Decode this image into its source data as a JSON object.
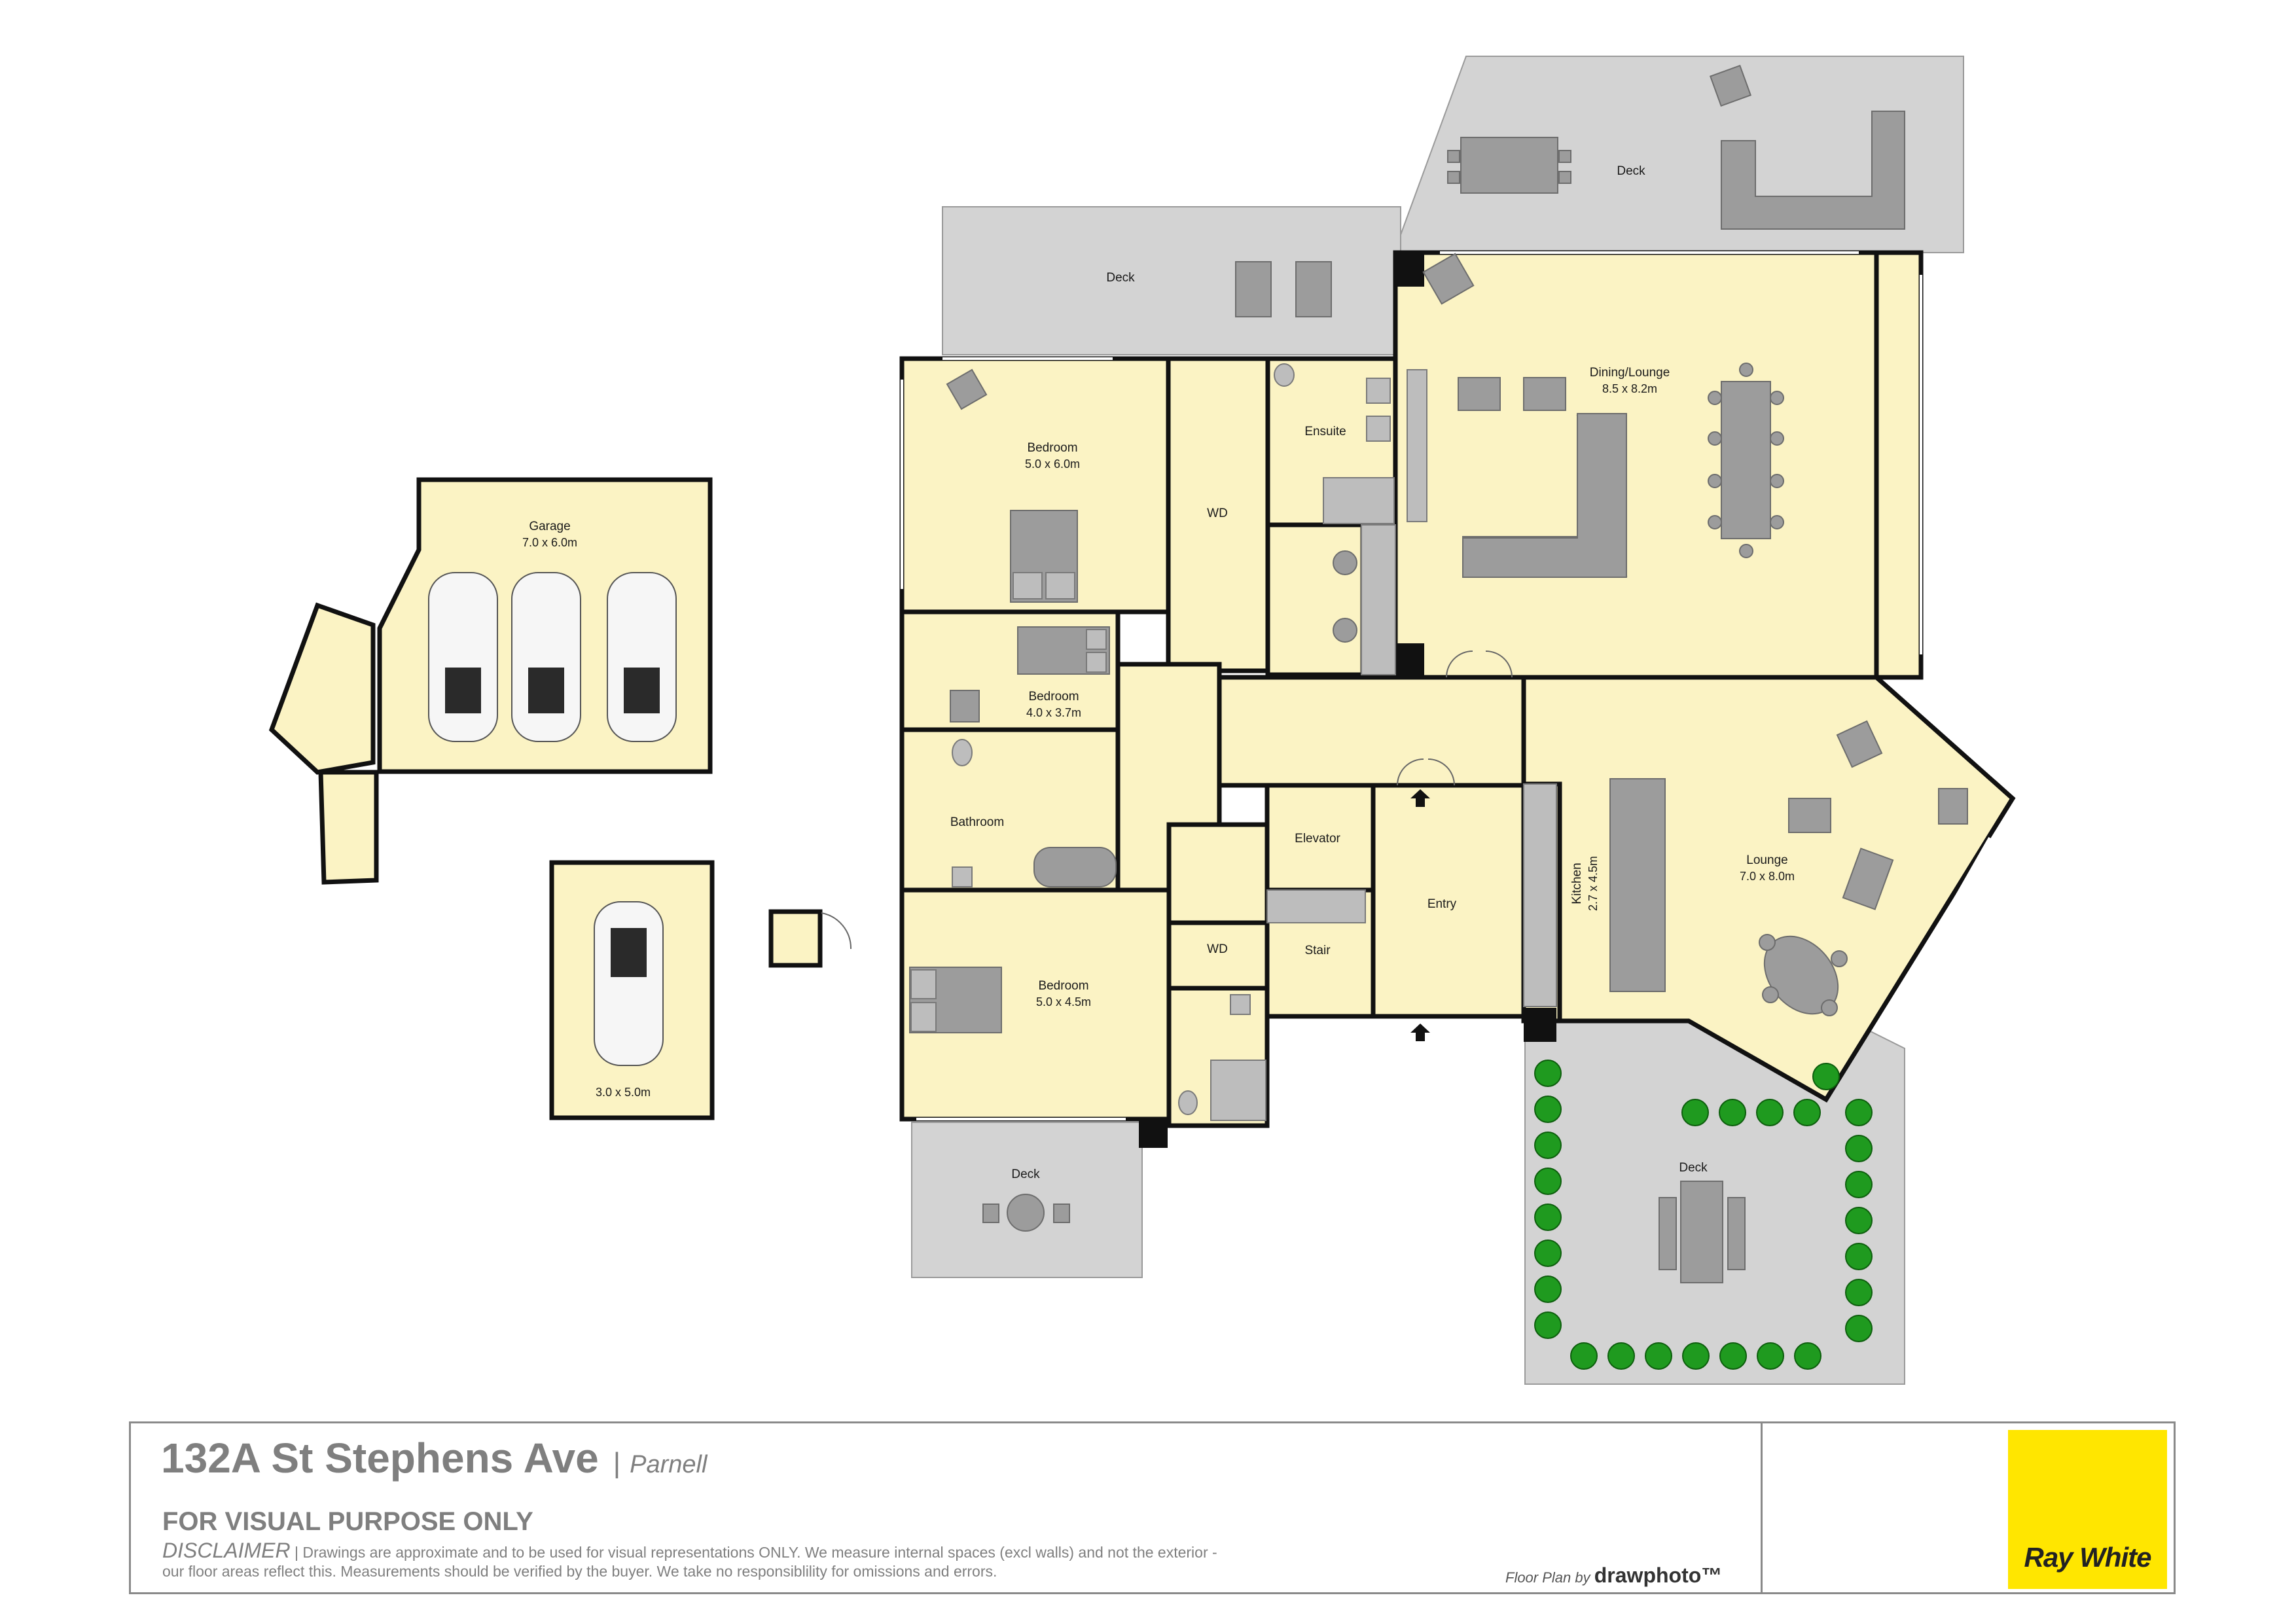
{
  "colors": {
    "room_fill": "#fbf3c4",
    "deck_fill": "#d3d3d3",
    "wall": "#111111",
    "logo_bg": "#ffe600",
    "tree": "#1f9a1f"
  },
  "rooms": {
    "garage": {
      "name": "Garage",
      "dims": "7.0 x 6.0m"
    },
    "carport": {
      "dims": "3.0 x 5.0m"
    },
    "bedroom1": {
      "name": "Bedroom",
      "dims": "5.0 x 6.0m"
    },
    "wd1": {
      "name": "WD"
    },
    "ensuite": {
      "name": "Ensuite"
    },
    "dining_lounge": {
      "name": "Dining/Lounge",
      "dims": "8.5 x 8.2m"
    },
    "bedroom2": {
      "name": "Bedroom",
      "dims": "4.0 x 3.7m"
    },
    "bathroom": {
      "name": "Bathroom"
    },
    "elevator": {
      "name": "Elevator"
    },
    "entry": {
      "name": "Entry"
    },
    "kitchen": {
      "name": "Kitchen",
      "dims": "2.7 x 4.5m"
    },
    "lounge": {
      "name": "Lounge",
      "dims": "7.0 x 8.0m"
    },
    "wd2": {
      "name": "WD"
    },
    "stair": {
      "name": "Stair"
    },
    "bedroom3": {
      "name": "Bedroom",
      "dims": "5.0 x 4.5m"
    }
  },
  "decks": {
    "top_right": "Deck",
    "top_left": "Deck",
    "bottom_left": "Deck",
    "bottom_right": "Deck"
  },
  "icons": [
    "car-icon",
    "sofa-icon",
    "armchair-icon",
    "dining-table-icon",
    "bed-icon",
    "bath-icon",
    "toilet-icon",
    "shower-icon",
    "sink-icon",
    "tree-icon",
    "entry-arrow-icon",
    "ray-white-logo"
  ],
  "footer": {
    "address": "132A St Stephens Ave",
    "separator": "|",
    "suburb": "Parnell",
    "visual_purpose": "FOR VISUAL PURPOSE ONLY",
    "disclaimer_heading": "DISCLAIMER",
    "disclaimer_text": "| Drawings are approximate and to be used for visual representations ONLY. We measure internal spaces (excl walls) and not the exterior - our floor areas reflect this. Measurements should be verified by the buyer. We take no responsiblility for omissions and errors.",
    "credit_prefix": "Floor Plan by",
    "credit_brand": "drawphoto™",
    "logo_text": "Ray White"
  }
}
